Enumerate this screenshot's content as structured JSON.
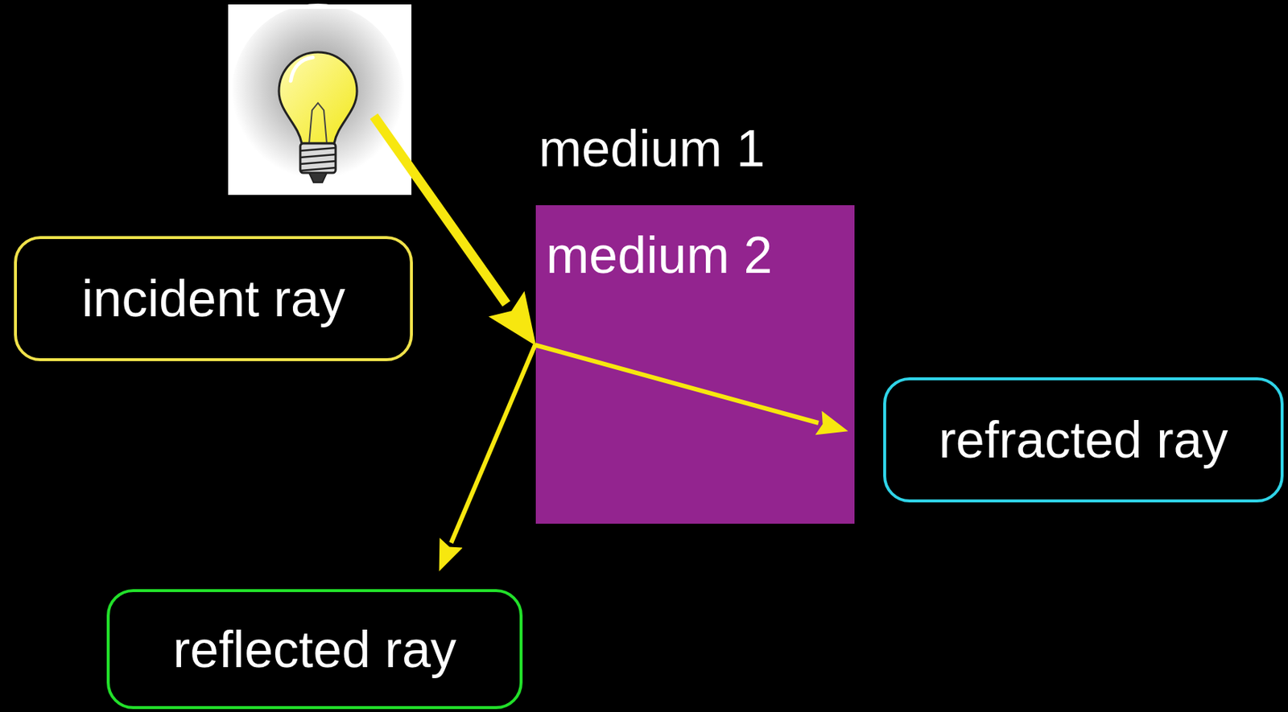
{
  "diagram": {
    "nodes": [
      {
        "text": [
          "medium 2"
        ]
      },
      {
        "text": [
          "incident ray"
        ]
      },
      {
        "text": [
          "refracted ray"
        ]
      },
      {
        "text": [
          "reflected ray"
        ]
      }
    ],
    "labels": [
      "medium 1"
    ]
  }
}
